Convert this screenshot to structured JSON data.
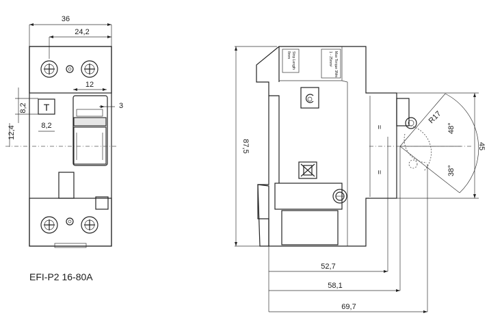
{
  "model_label": "EFI-P2 16-80A",
  "front_view": {
    "dim_width": "36",
    "dim_terminal_span": "24,2",
    "dim_window": "12",
    "dim_small": "3",
    "dim_button_h": "8,2",
    "dim_button_w": "8,2",
    "dim_axis_offset": "12,4",
    "test_button_letter": "T"
  },
  "side_view": {
    "dim_height": "87,5",
    "dim_rail": "45",
    "dim_depth_1": "52,7",
    "dim_depth_2": "58,1",
    "dim_depth_3": "69,7",
    "dim_radius": "R17",
    "angle_up": "48°",
    "angle_down": "38°",
    "equal_mark": "=",
    "label_strip_length": "Strip Length",
    "label_strip_value": "8mm",
    "label_max_torque": "Max Torque 3Nm",
    "label_conductor": "1 - 25mm²"
  },
  "icons": [
    "terminal-screw-icon",
    "rcd-symbol-icon",
    "weee-bin-icon",
    "test-button-icon"
  ]
}
